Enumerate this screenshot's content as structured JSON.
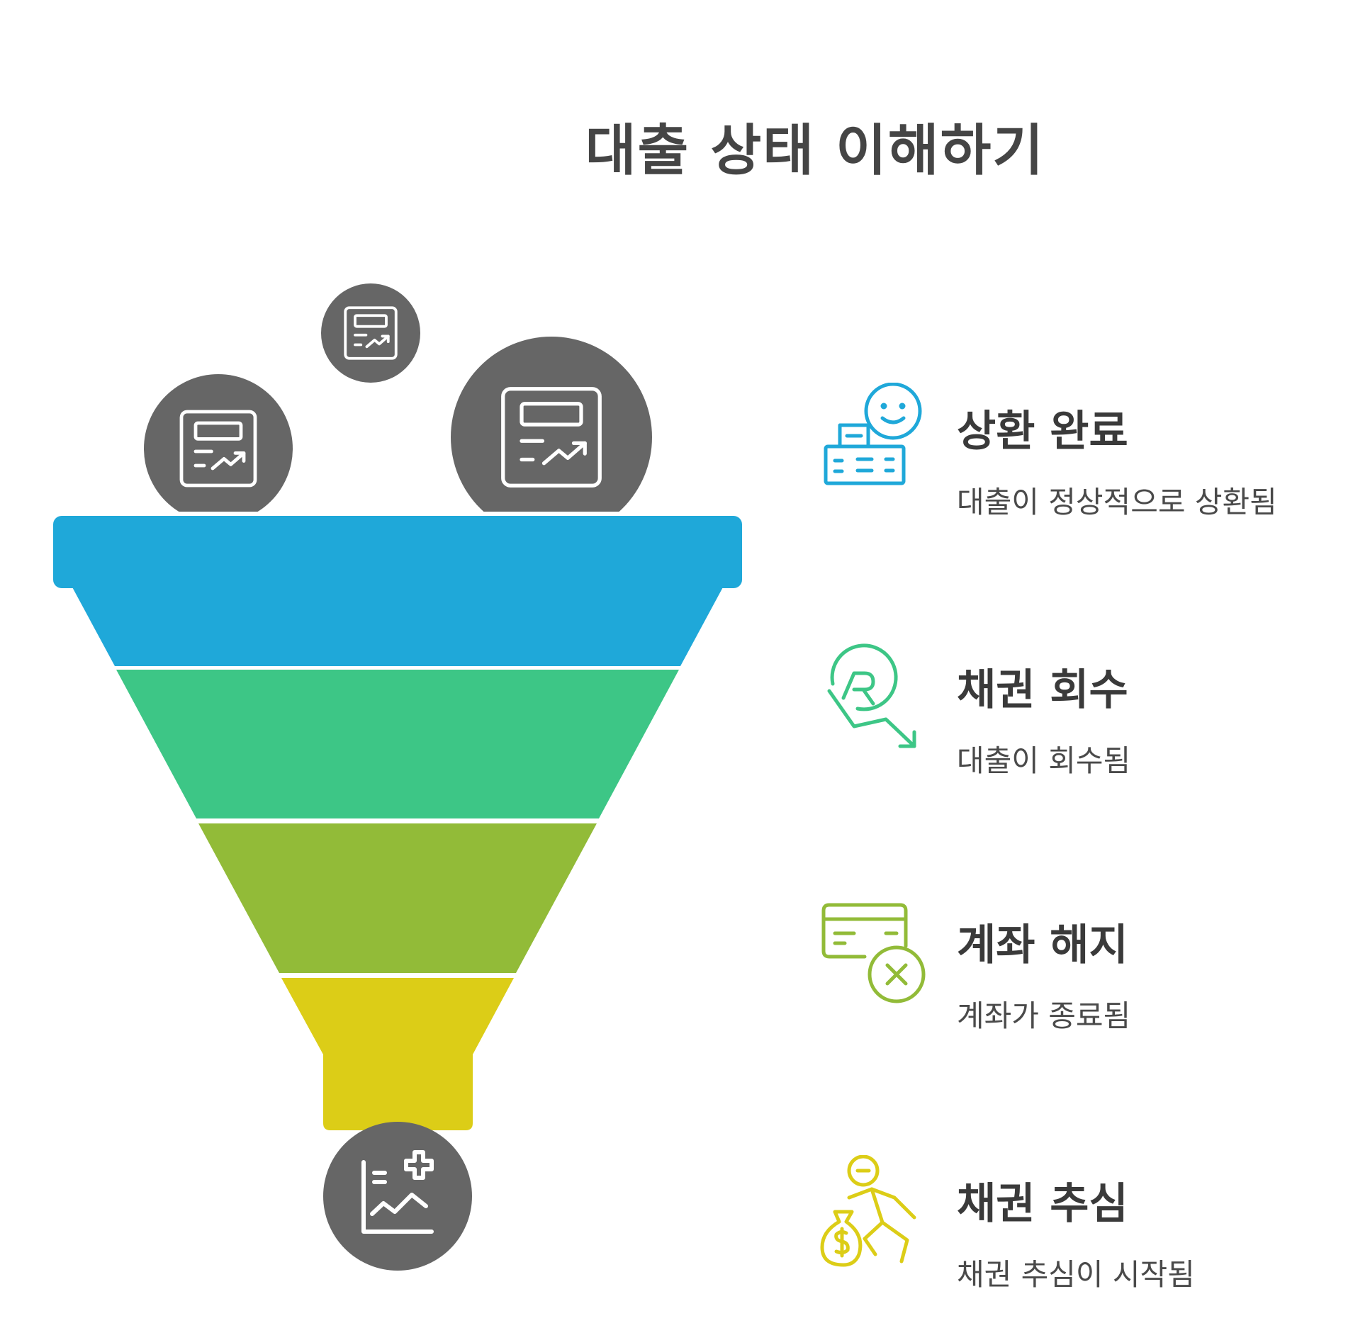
{
  "title": "대출 상태 이해하기",
  "stages": [
    {
      "title": "상환 완료",
      "description": "대출이 정상적으로 상환됨",
      "color": "#1fa8d9",
      "icon": "smiling-building-icon"
    },
    {
      "title": "채권 회수",
      "description": "대출이 회수됨",
      "color": "#3dc686",
      "icon": "recovery-arrow-icon"
    },
    {
      "title": "계좌 해지",
      "description": "계좌가 종료됨",
      "color": "#92bb38",
      "icon": "card-cancel-icon"
    },
    {
      "title": "채권 추심",
      "description": "채권 추심이 시작됨",
      "color": "#dccd17",
      "icon": "running-money-bag-icon"
    }
  ],
  "colors": {
    "circle": "#666666",
    "title_text": "#454545"
  }
}
